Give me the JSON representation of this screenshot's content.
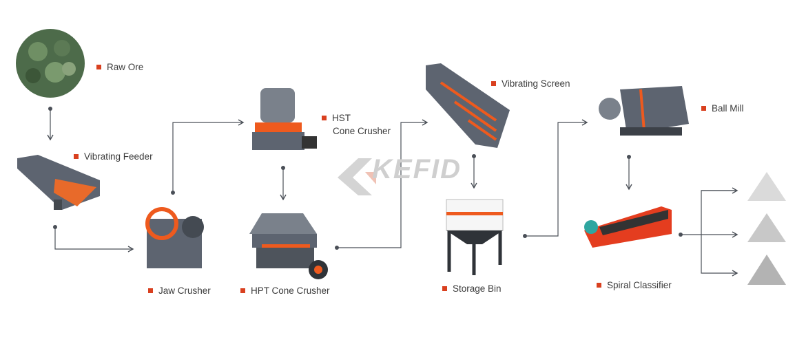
{
  "steps": {
    "raw_ore": "Raw Ore",
    "vibrating_feeder": "Vibrating Feeder",
    "jaw_crusher": "Jaw Crusher",
    "hst_line1": "HST",
    "hst_line2": "Cone Crusher",
    "hpt_cone_crusher": "HPT Cone Crusher",
    "vibrating_screen": "Vibrating Screen",
    "storage_bin": "Storage Bin",
    "ball_mill": "Ball Mill",
    "spiral_classifier": "Spiral Classifier"
  },
  "watermark": "KEFID",
  "colors": {
    "accent": "#d9401f",
    "machine": "#5d6470",
    "connector": "#4a4f57",
    "watermark": "#cfcfcf"
  }
}
